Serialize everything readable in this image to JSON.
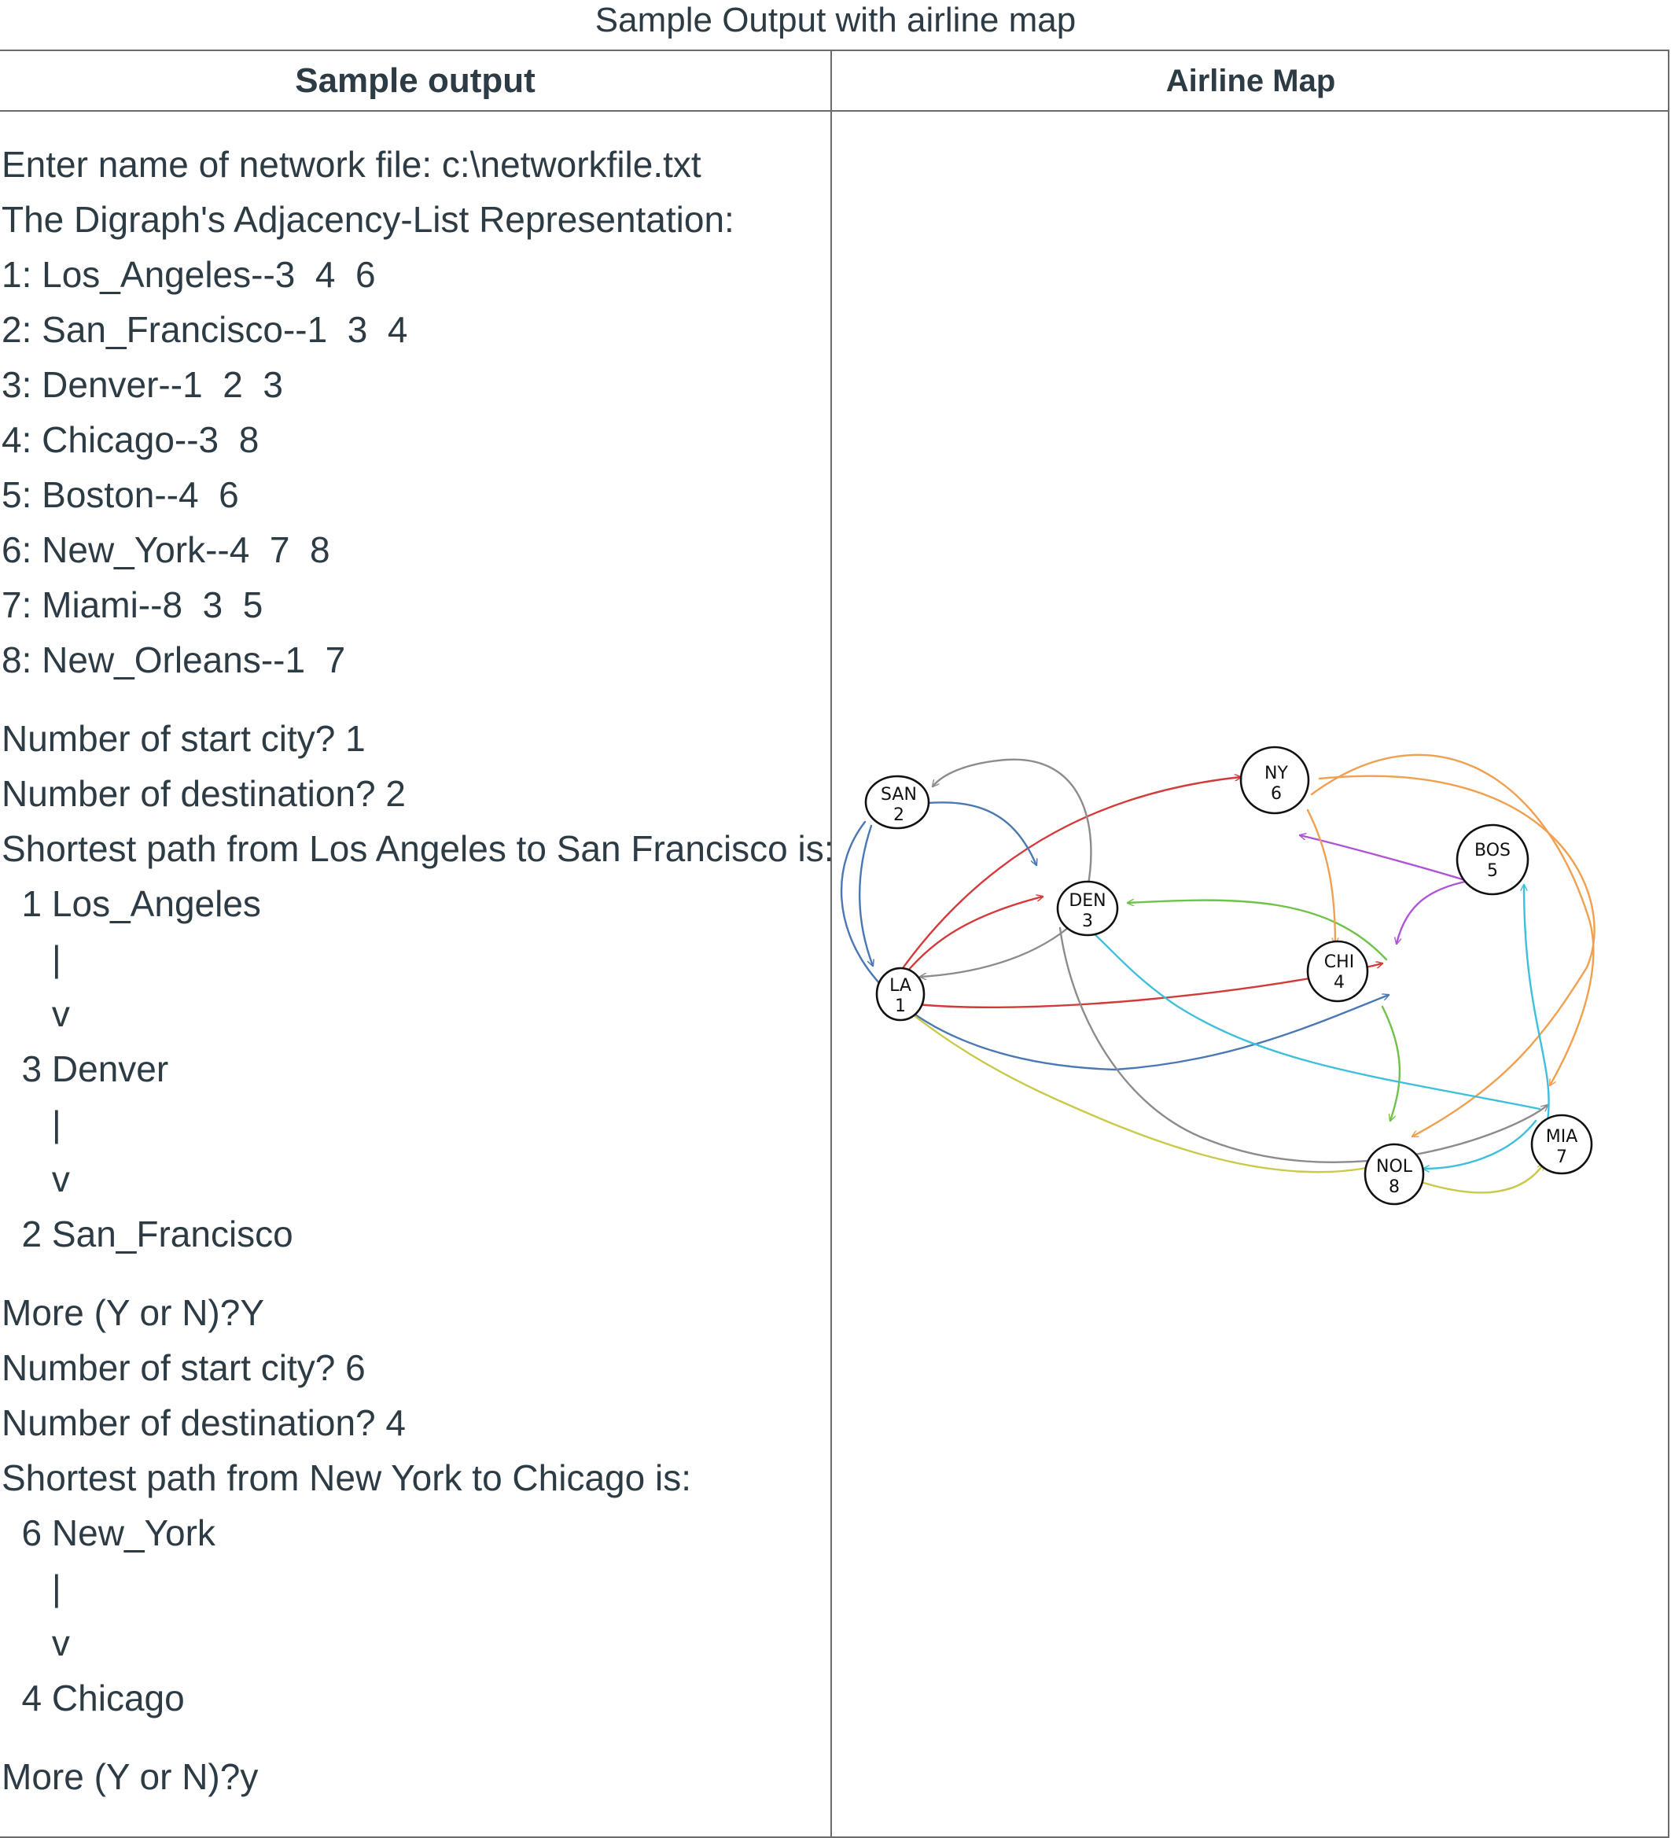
{
  "caption": "Sample Output with airline map",
  "headers": {
    "left": "Sample output",
    "right": "Airline Map"
  },
  "output": {
    "prompt_file": "Enter name of network file: c:\\networkfile.txt",
    "rep_title": "The Digraph's Adjacency-List Representation:",
    "adjacency": [
      "1: Los_Angeles--3  4  6",
      "2: San_Francisco--1  3  4",
      "3: Denver--1  2  3",
      "4: Chicago--3  8",
      "5: Boston--4  6",
      "6: New_York--4  7  8",
      "7: Miami--8  3  5",
      "8: New_Orleans--1  7"
    ],
    "query1": {
      "start": "Number of start city? 1",
      "dest": "Number of destination? 2",
      "result": "Shortest path from Los Angeles to San Francisco is:",
      "path": [
        "  1 Los_Angeles",
        "     |",
        "     v",
        "  3 Denver",
        "     |",
        "     v",
        "  2 San_Francisco"
      ]
    },
    "more1": "More (Y or N)?Y",
    "query2": {
      "start": "Number of start city? 6",
      "dest": "Number of destination? 4",
      "result": "Shortest path from New York to Chicago is:",
      "path": [
        "  6 New_York",
        "     |",
        "     v",
        "  4 Chicago"
      ]
    },
    "more2": "More (Y or N)?y"
  },
  "map": {
    "nodes": [
      {
        "abbr": "LA",
        "num": "1"
      },
      {
        "abbr": "SAN",
        "num": "2"
      },
      {
        "abbr": "DEN",
        "num": "3"
      },
      {
        "abbr": "CHI",
        "num": "4"
      },
      {
        "abbr": "BOS",
        "num": "5"
      },
      {
        "abbr": "NY",
        "num": "6"
      },
      {
        "abbr": "MIA",
        "num": "7"
      },
      {
        "abbr": "NOL",
        "num": "8"
      }
    ],
    "colors": {
      "la": "#d43a3a",
      "san": "#4a78b5",
      "den": "#8c8c8c",
      "chi": "#6fc24a",
      "bos": "#b053d6",
      "ny": "#f0a050",
      "mia": "#3ec0dc",
      "nol": "#c9c94a"
    }
  }
}
